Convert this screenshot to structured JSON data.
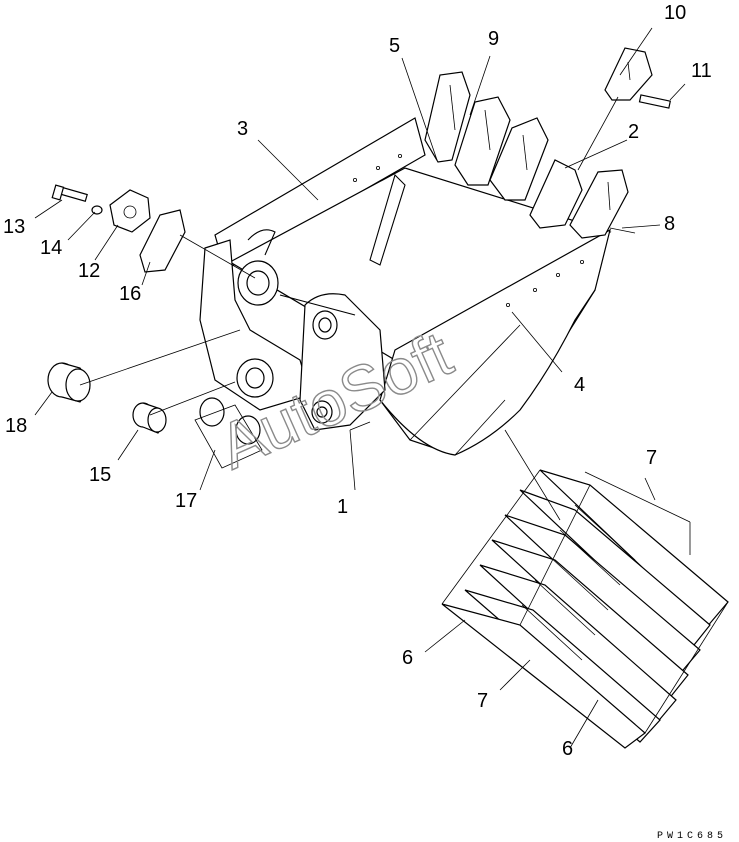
{
  "callouts": {
    "c1": "1",
    "c2": "2",
    "c3": "3",
    "c4": "4",
    "c5": "5",
    "c6a": "6",
    "c6b": "6",
    "c7a": "7",
    "c7b": "7",
    "c8": "8",
    "c9": "9",
    "c10": "10",
    "c11": "11",
    "c12": "12",
    "c13": "13",
    "c14": "14",
    "c15": "15",
    "c16": "16",
    "c17": "17",
    "c18": "18"
  },
  "watermark": "AutoSoft",
  "drawing_code": "PW1C685"
}
